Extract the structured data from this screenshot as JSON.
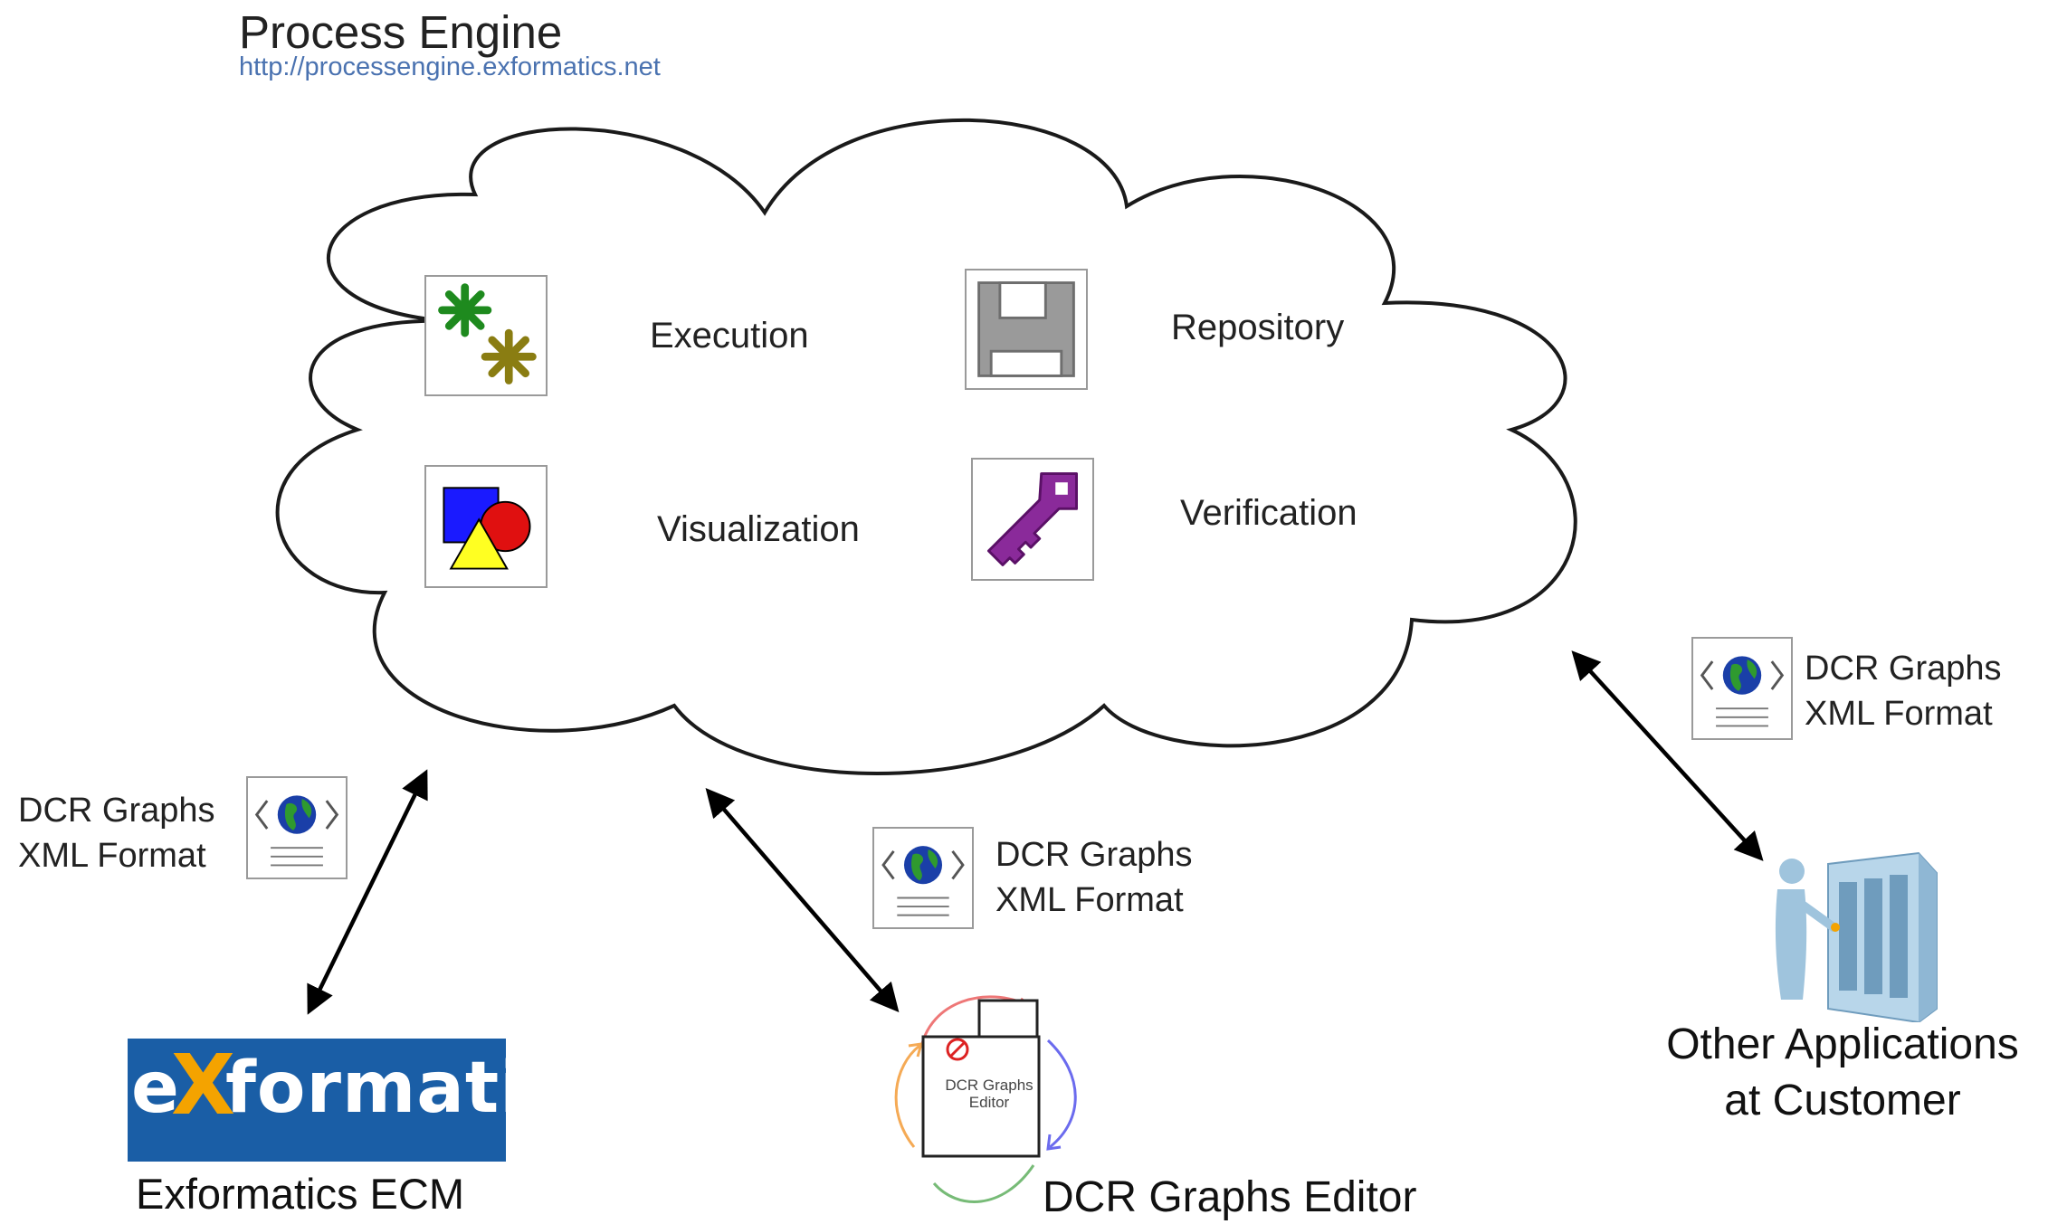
{
  "header": {
    "title": "Process Engine",
    "url": "http://processengine.exformatics.net"
  },
  "cloud": {
    "items": [
      {
        "label": "Execution",
        "icon": "gears-icon"
      },
      {
        "label": "Repository",
        "icon": "floppy-disk-icon"
      },
      {
        "label": "Visualization",
        "icon": "shapes-icon"
      },
      {
        "label": "Verification",
        "icon": "key-icon"
      }
    ]
  },
  "xml_format": {
    "label_line1": "DCR Graphs",
    "label_line2": "XML Format",
    "icon": "xml-globe-document-icon"
  },
  "nodes": {
    "exformatics": {
      "logo_prefix": "e",
      "logo_x": "X",
      "logo_suffix": "formatics",
      "label": "Exformatics ECM"
    },
    "editor": {
      "icon_caption_line1": "DCR Graphs",
      "icon_caption_line2": "Editor",
      "label": "DCR Graphs Editor"
    },
    "customer": {
      "label_line1": "Other Applications",
      "label_line2": "at Customer",
      "icon": "server-person-icon"
    }
  },
  "colors": {
    "url": "#4a72b0",
    "logo_bg": "#1a5ea6",
    "logo_accent": "#f4a300",
    "key": "#8a2a9a",
    "gear_green": "#1e8a1e",
    "gear_olive": "#8a7d12"
  }
}
